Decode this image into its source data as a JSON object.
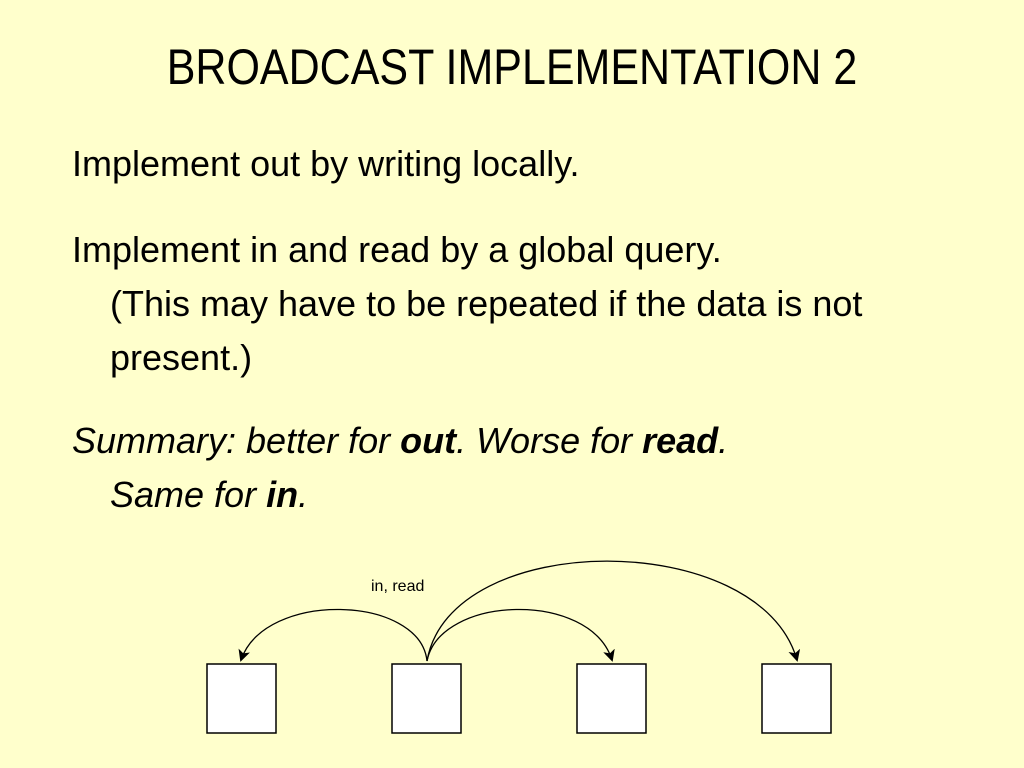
{
  "slide": {
    "title": "BROADCAST IMPLEMENTATION 2",
    "background": "#ffffcc"
  },
  "paragraphs": {
    "p1": "Implement out by writing locally.",
    "p2_line1": "Implement in and read by a global query.",
    "p2_rest": "(This may have to be repeated if the data is not present.)",
    "summary": {
      "s1": "Summary: better for ",
      "s2": "out",
      "s3": ". Worse for ",
      "s4": "read",
      "s5": ".",
      "s6": "Same for ",
      "s7": "in",
      "s8": "."
    }
  },
  "diagram": {
    "arc_label": "in, read",
    "node_count": 4,
    "source_node": 2
  }
}
